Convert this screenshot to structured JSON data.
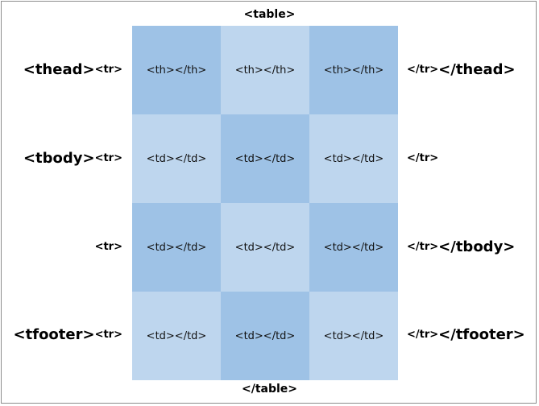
{
  "captions": {
    "top": "<table>",
    "bottom": "</table>"
  },
  "rows": [
    {
      "left_section": "<thead>",
      "left_tr": "<tr>",
      "right_tr": "</tr>",
      "right_section": "</thead>",
      "cells": [
        "<th></th>",
        "<th></th>",
        "<th></th>"
      ]
    },
    {
      "left_section": "<tbody>",
      "left_tr": "<tr>",
      "right_tr": "</tr>",
      "right_section": "",
      "cells": [
        "<td></td>",
        "<td></td>",
        "<td></td>"
      ]
    },
    {
      "left_section": "",
      "left_tr": "<tr>",
      "right_tr": "</tr>",
      "right_section": "</tbody>",
      "cells": [
        "<td></td>",
        "<td></td>",
        "<td></td>"
      ]
    },
    {
      "left_section": "<tfooter>",
      "left_tr": "<tr>",
      "right_tr": "</tr>",
      "right_section": "</tfooter>",
      "cells": [
        "<td></td>",
        "<td></td>",
        "<td></td>"
      ]
    }
  ],
  "colors": {
    "cell_dark": "#9ec2e6",
    "cell_light": "#bed6ee",
    "border": "#8c8c8c"
  }
}
